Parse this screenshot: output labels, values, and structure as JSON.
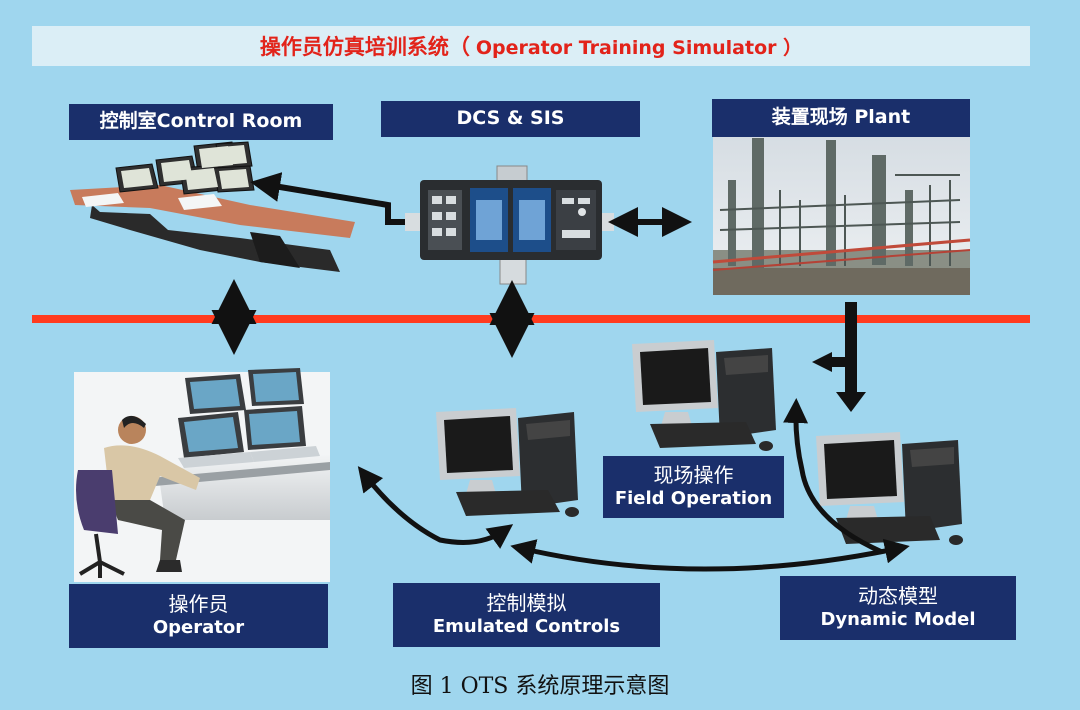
{
  "title": {
    "zh": "操作员仿真培训系统（",
    "en": "Operator Training Simulator ）"
  },
  "nodes": {
    "control_room": "控制室Control Room",
    "dcs_sis": "DCS & SIS",
    "plant": "装置现场 Plant",
    "field_operation": {
      "zh": "现场操作",
      "en": "Field Operation"
    },
    "operator": {
      "zh": "操作员",
      "en": "Operator"
    },
    "emulated_controls": {
      "zh": "控制模拟",
      "en": "Emulated Controls"
    },
    "dynamic_model": {
      "zh": "动态模型",
      "en": "Dynamic Model"
    }
  },
  "caption": "图   1 OTS 系统原理示意图",
  "colors": {
    "background": "#9fd6ee",
    "label_box": "#1a2f6b",
    "title_text": "#e2231a",
    "divider": "#ff3b1f"
  }
}
